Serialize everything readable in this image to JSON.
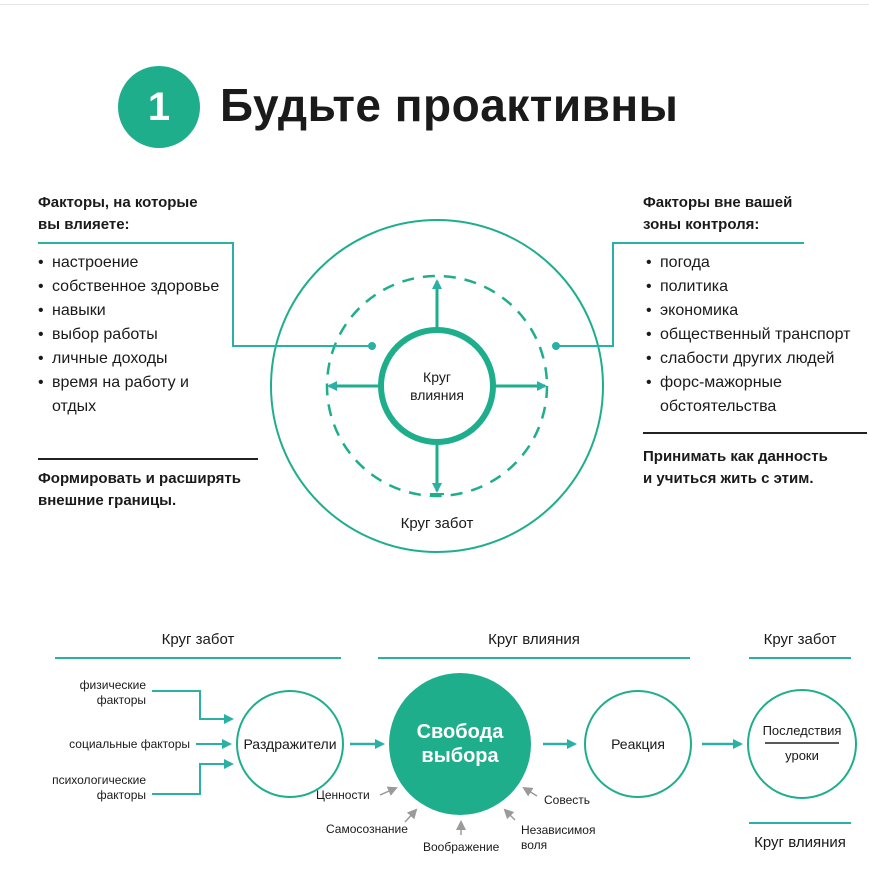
{
  "title": {
    "number": "1",
    "text": "Будьте проактивны"
  },
  "left_panel": {
    "header_line1": "Факторы, на которые",
    "header_line2": "вы влияете:",
    "items": [
      "настроение",
      "собственное здоровье",
      "навыки",
      "выбор работы",
      "личные доходы",
      "время на работу и отдых"
    ],
    "note_line1": "Формировать и расширять",
    "note_line2": "внешние границы."
  },
  "right_panel": {
    "header_line1": "Факторы вне вашей",
    "header_line2": "зоны контроля:",
    "items": [
      "погода",
      "политика",
      "экономика",
      "общественный транспорт",
      "слабости других людей",
      "форс-мажорные обстоятельства"
    ],
    "note_line1": "Принимать как данность",
    "note_line2": "и учиться жить с этим."
  },
  "circles": {
    "influence_line1": "Круг",
    "influence_line2": "влияния",
    "concern_label": "Круг забот"
  },
  "flow": {
    "header_left": "Круг забот",
    "header_center": "Круг влияния",
    "header_right": "Круг забот",
    "footer_right": "Круг влияния",
    "factors": {
      "physical_line1": "физические",
      "physical_line2": "факторы",
      "social": "социальные факторы",
      "psych_line1": "психологические",
      "psych_line2": "факторы"
    },
    "stimuli": "Раздражители",
    "freedom_line1": "Свобода",
    "freedom_line2": "выбора",
    "reaction": "Реакция",
    "consequences": "Последствия",
    "lessons": "уроки",
    "inputs": {
      "values": "Ценности",
      "self_awareness": "Самосознание",
      "imagination": "Воображение",
      "independent_will_line1": "Независимоя",
      "independent_will_line2": "воля",
      "conscience": "Совесть"
    }
  },
  "colors": {
    "teal": "#1fae8c",
    "line": "#2ab0a4",
    "dark": "#1a1a1a"
  }
}
